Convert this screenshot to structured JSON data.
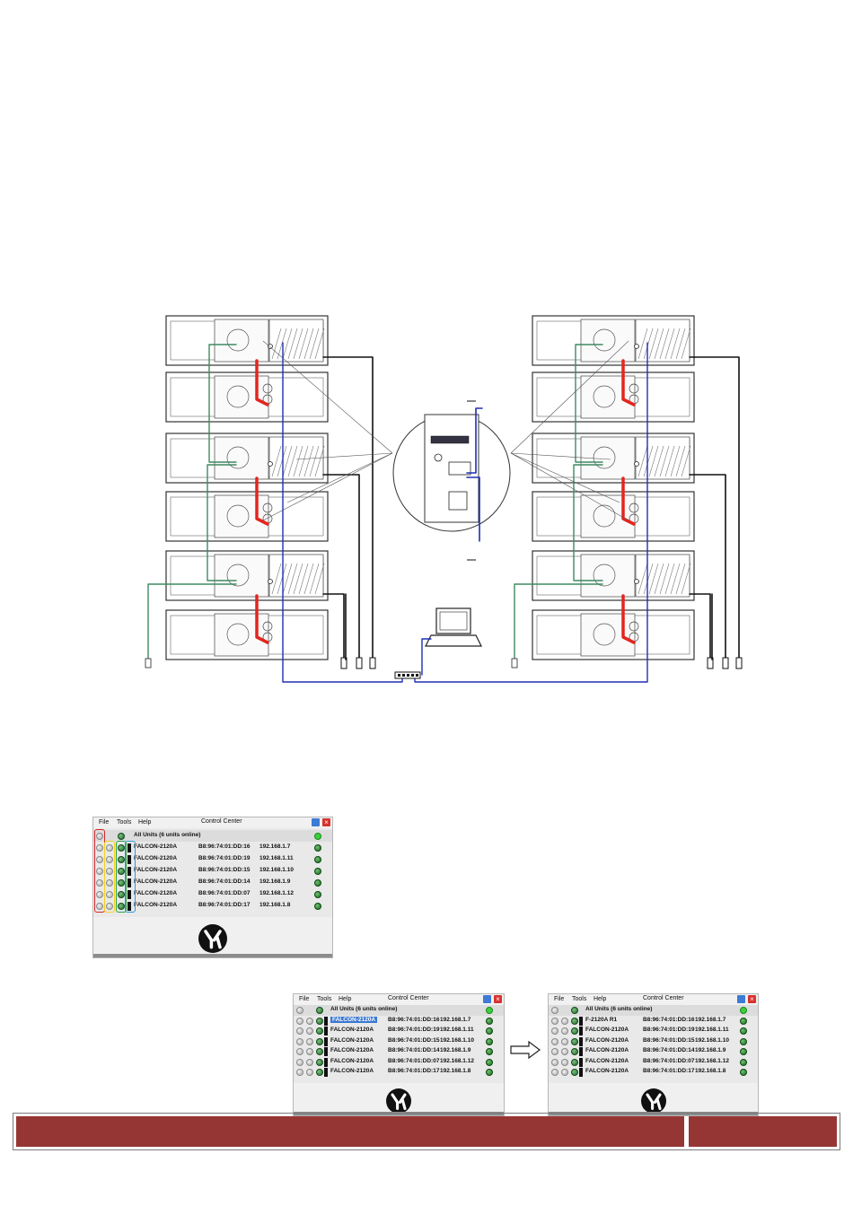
{
  "diagram": {
    "colors": {
      "speaker_edge": "#333333",
      "red_cable": "#e3261e",
      "blue_cable": "#1e2fb5",
      "green_cable": "#3e8a62",
      "black_cable": "#111111"
    }
  },
  "control_center_main": {
    "menu": [
      "File",
      "Tools",
      "Help"
    ],
    "title": "Control Center",
    "all_units_label": "All Units (6 units online)",
    "units": [
      {
        "name": "FALCON-2120A",
        "mac": "B8:96:74:01:DD:16",
        "ip": "192.168.1.7"
      },
      {
        "name": "FALCON-2120A",
        "mac": "B8:96:74:01:DD:19",
        "ip": "192.168.1.11"
      },
      {
        "name": "FALCON-2120A",
        "mac": "B8:96:74:01:DD:15",
        "ip": "192.168.1.10"
      },
      {
        "name": "FALCON-2120A",
        "mac": "B8:96:74:01:DD:14",
        "ip": "192.168.1.9"
      },
      {
        "name": "FALCON-2120A",
        "mac": "B8:96:74:01:DD:07",
        "ip": "192.168.1.12"
      },
      {
        "name": "FALCON-2120A",
        "mac": "B8:96:74:01:DD:17",
        "ip": "192.168.1.8"
      }
    ],
    "highlight_colors": [
      "#d9262a",
      "#f2d21a",
      "#29a34a",
      "#2e9bd6"
    ]
  },
  "control_center_before": {
    "menu": [
      "File",
      "Tools",
      "Help"
    ],
    "title": "Control Center",
    "all_units_label": "All Units (6 units online)",
    "selected_name": "FALCON-2120A",
    "units": [
      {
        "name": "FALCON-2120A",
        "mac": "B8:96:74:01:DD:16",
        "ip": "192.168.1.7"
      },
      {
        "name": "FALCON-2120A",
        "mac": "B8:96:74:01:DD:19",
        "ip": "192.168.1.11"
      },
      {
        "name": "FALCON-2120A",
        "mac": "B8:96:74:01:DD:15",
        "ip": "192.168.1.10"
      },
      {
        "name": "FALCON-2120A",
        "mac": "B8:96:74:01:DD:14",
        "ip": "192.168.1.9"
      },
      {
        "name": "FALCON-2120A",
        "mac": "B8:96:74:01:DD:07",
        "ip": "192.168.1.12"
      },
      {
        "name": "FALCON-2120A",
        "mac": "B8:96:74:01:DD:17",
        "ip": "192.168.1.8"
      }
    ]
  },
  "control_center_after": {
    "menu": [
      "File",
      "Tools",
      "Help"
    ],
    "title": "Control Center",
    "all_units_label": "All Units (6 units online)",
    "units": [
      {
        "name": "F-2120A R1",
        "mac": "B8:96:74:01:DD:16",
        "ip": "192.168.1.7"
      },
      {
        "name": "FALCON-2120A",
        "mac": "B8:96:74:01:DD:19",
        "ip": "192.168.1.11"
      },
      {
        "name": "FALCON-2120A",
        "mac": "B8:96:74:01:DD:15",
        "ip": "192.168.1.10"
      },
      {
        "name": "FALCON-2120A",
        "mac": "B8:96:74:01:DD:14",
        "ip": "192.168.1.9"
      },
      {
        "name": "FALCON-2120A",
        "mac": "B8:96:74:01:DD:07",
        "ip": "192.168.1.12"
      },
      {
        "name": "FALCON-2120A",
        "mac": "B8:96:74:01:DD:17",
        "ip": "192.168.1.8"
      }
    ]
  },
  "page_footer": {
    "color": "#963634"
  }
}
